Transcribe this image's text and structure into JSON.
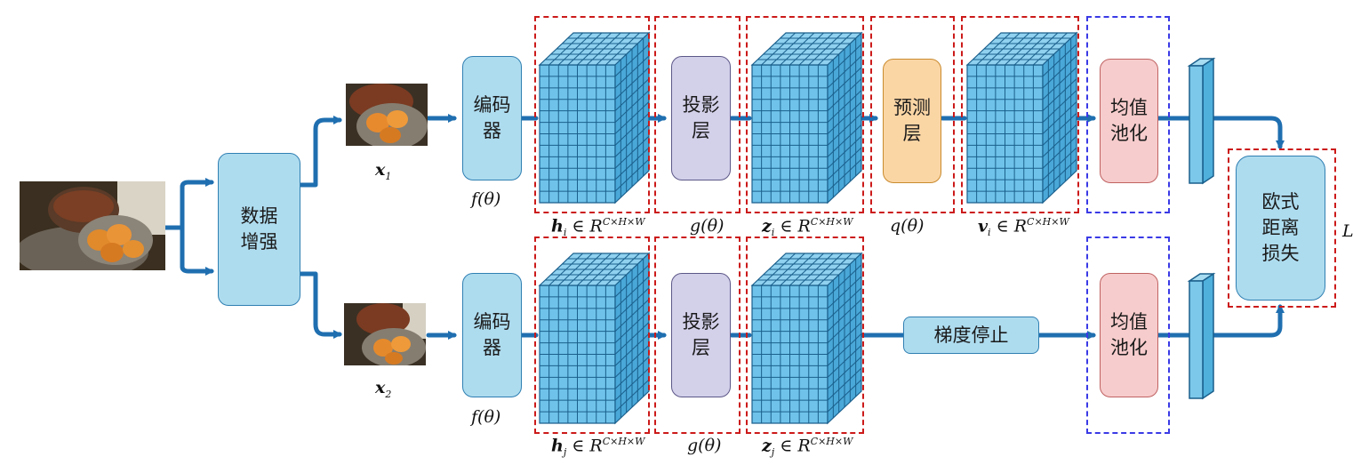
{
  "diagram": {
    "augment_box": "数据\n增强",
    "encoder_top": "编码\n器",
    "encoder_bottom": "编码\n器",
    "projection_top": "投影\n层",
    "projection_bottom": "投影\n层",
    "predictor": "预测\n层",
    "pool_top": "均值\n池化",
    "pool_bottom": "均值\n池化",
    "loss_box": "欧式\n距离\n损失",
    "stop_grad": "梯度停止",
    "x1": "x",
    "x1_sub": "1",
    "x2": "x",
    "x2_sub": "2",
    "f_top": "f(θ)",
    "f_bottom": "f(θ)",
    "g_top": "g(θ)",
    "g_bottom": "g(θ)",
    "q": "q(θ)",
    "L": "L",
    "h_i": {
      "sym": "h",
      "sub": "i",
      "rel": " ∈ R",
      "sup": "C×H×W"
    },
    "z_i": {
      "sym": "z",
      "sub": "i",
      "rel": " ∈ R",
      "sup": "C×H×W"
    },
    "v_i": {
      "sym": "v",
      "sub": "i",
      "rel": " ∈ R",
      "sup": "C×H×W"
    },
    "h_j": {
      "sym": "h",
      "sub": "j",
      "rel": " ∈ R",
      "sup": "C×H×W"
    },
    "z_j": {
      "sym": "z",
      "sub": "j",
      "rel": " ∈ R",
      "sup": "C×H×W"
    }
  },
  "colors": {
    "arrow": "#1f6fb0",
    "cube_face": "#6fc3ea",
    "cube_line": "#1a5f8c",
    "dashed_red": "#cc1a1a",
    "dashed_blue": "#3a3ae6"
  }
}
